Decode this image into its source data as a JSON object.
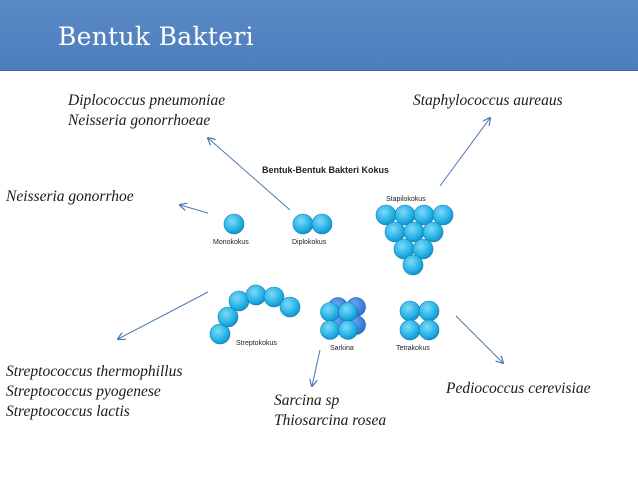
{
  "slide": {
    "title": "Bentuk Bakteri",
    "colors": {
      "banner": "#4f80bd",
      "cell": "#29b6e8",
      "arrow": "#4a78b0"
    }
  },
  "diagram": {
    "title": "Bentuk-Bentuk Bakteri Kokus",
    "labels": {
      "monokokus": "Monokokus",
      "diplokokus": "Diplokokus",
      "stapilokokus": "Stapilokokus",
      "streptokokus": "Streptokokus",
      "sarkina": "Sarkina",
      "tetrakokus": "Tetrakokus"
    }
  },
  "examples": {
    "diplococcus": [
      "Diplococcus pneumoniae",
      "Neisseria gonorrhoeae"
    ],
    "staphylococcus": [
      "Staphylococcus aureaus"
    ],
    "monococcus": [
      "Neisseria gonorrhoe"
    ],
    "streptococcus": [
      "Streptococcus thermophillus",
      "Streptococcus pyogenese",
      "Streptococcus lactis"
    ],
    "sarcina": [
      "Sarcina sp",
      "Thiosarcina rosea"
    ],
    "pediococcus": [
      "Pediococcus cerevisiae"
    ]
  }
}
